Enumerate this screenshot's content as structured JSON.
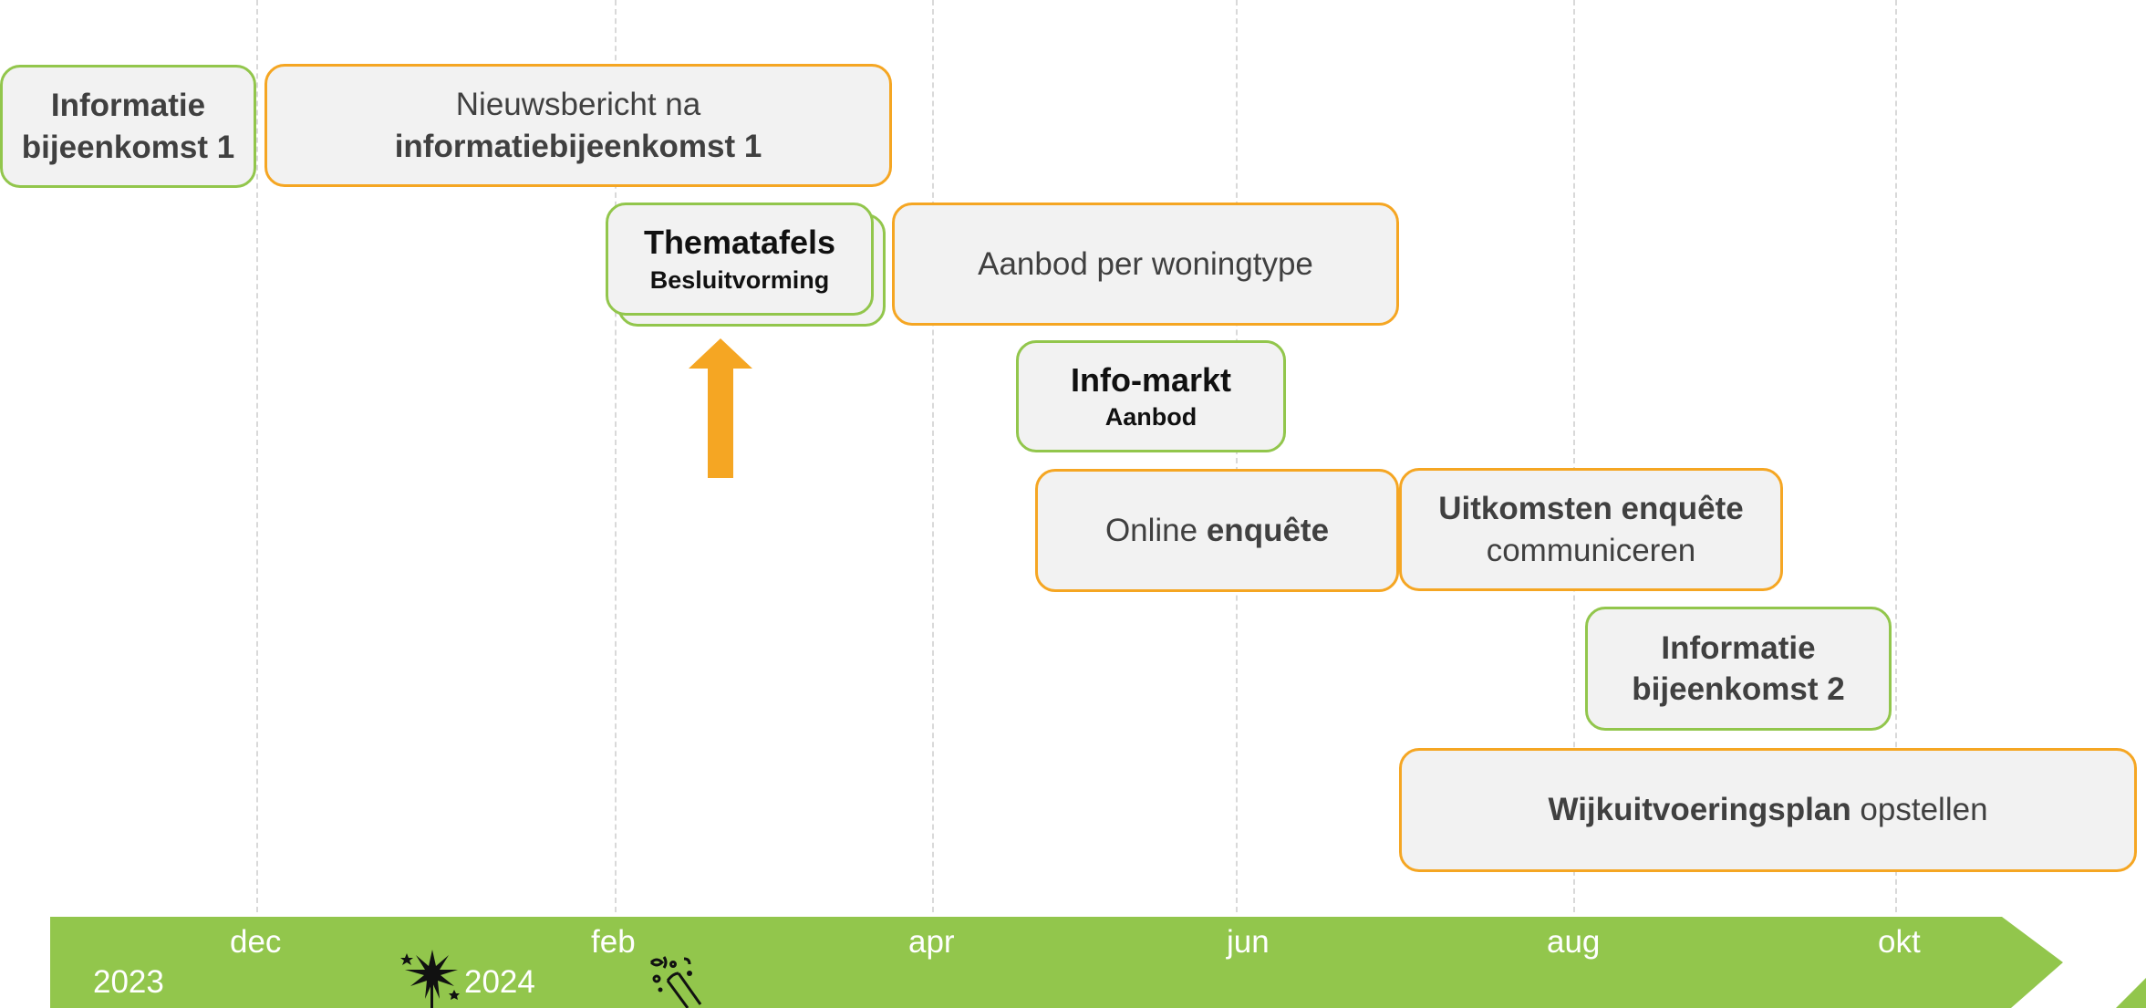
{
  "timeline": {
    "months": [
      "dec",
      "feb",
      "apr",
      "jun",
      "aug",
      "okt"
    ],
    "years": [
      "2023",
      "2024"
    ],
    "bar_color": "#92c64c"
  },
  "cards": {
    "info1": {
      "line1": "Informatie",
      "line2": "bijeenkomst 1"
    },
    "news": {
      "line1": "Nieuwsbericht na",
      "line2": "informatiebijeenkomst 1"
    },
    "thema": {
      "title": "Thematafels",
      "subtitle": "Besluitvorming"
    },
    "aanbod": {
      "text": "Aanbod per woningtype"
    },
    "infomarkt": {
      "title": "Info-markt",
      "subtitle": "Aanbod"
    },
    "enquete": {
      "pre": "Online ",
      "bold": "enquête"
    },
    "uitkomsten": {
      "bold": "Uitkomsten enquête",
      "rest": "communiceren"
    },
    "info2": {
      "line1": "Informatie",
      "line2": "bijeenkomst 2"
    },
    "wijk": {
      "bold": "Wijkuitvoeringsplan",
      "rest": " opstellen"
    }
  },
  "colors": {
    "green": "#92c64c",
    "orange": "#f5a623",
    "card_fill": "#f2f2f2"
  },
  "icons": [
    "firework-icon",
    "party-popper-icon",
    "up-arrow-icon"
  ]
}
